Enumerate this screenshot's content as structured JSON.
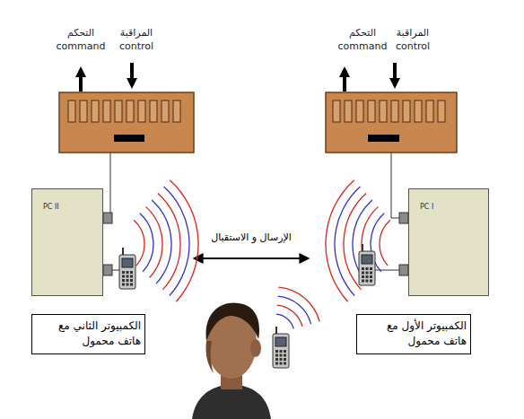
{
  "diagram": {
    "nodes": [
      {
        "text": [
          "التحكم command",
          "المراقبة control"
        ]
      },
      {
        "text": [
          "التحكم command",
          "المراقبة control"
        ]
      },
      {
        "text": [
          "PC II"
        ]
      },
      {
        "text": [
          "PC I"
        ]
      },
      {
        "text": [
          "الكمبيوتر الثاني مع هاتف محمول"
        ]
      },
      {
        "text": [
          "الكمبيوتر الأول مع هاتف محمول"
        ]
      }
    ],
    "labels": [
      "الإرسال و الاستقبال"
    ]
  }
}
